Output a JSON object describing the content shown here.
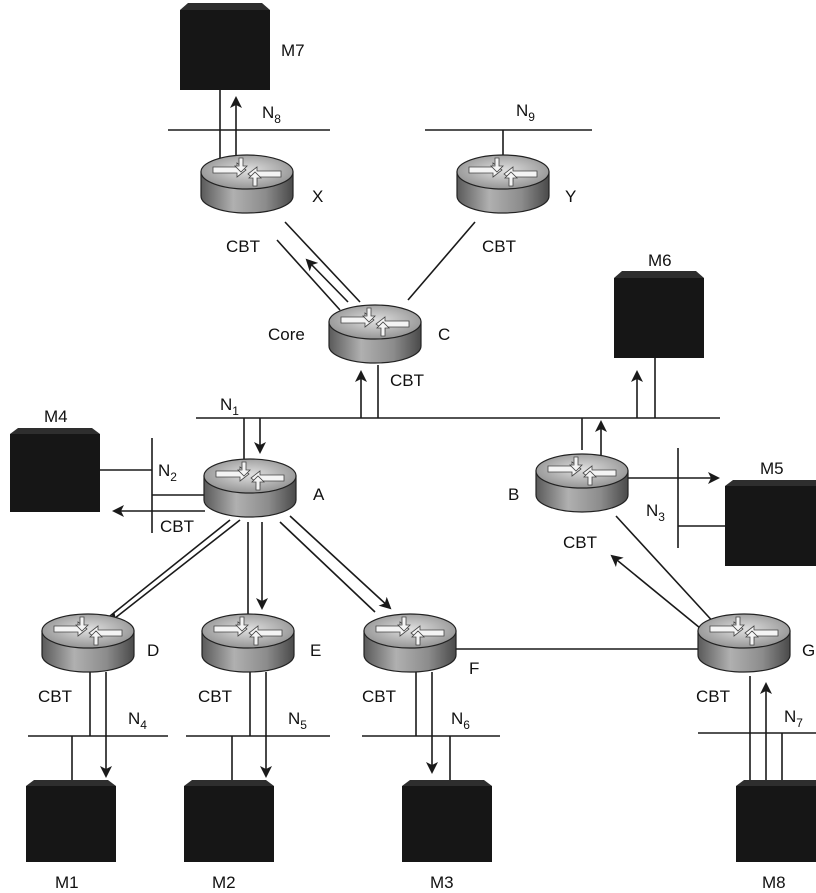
{
  "routers": {
    "core": {
      "name": "C",
      "role": "Core",
      "tag": "CBT"
    },
    "x": {
      "name": "X",
      "tag": "CBT"
    },
    "y": {
      "name": "Y",
      "tag": "CBT"
    },
    "a": {
      "name": "A",
      "tag": "CBT"
    },
    "b": {
      "name": "B",
      "tag": "CBT"
    },
    "d": {
      "name": "D",
      "tag": "CBT"
    },
    "e": {
      "name": "E",
      "tag": "CBT"
    },
    "f": {
      "name": "F",
      "tag": "CBT"
    },
    "g": {
      "name": "G",
      "tag": "CBT"
    }
  },
  "hosts": {
    "m1": "M1",
    "m2": "M2",
    "m3": "M3",
    "m4": "M4",
    "m5": "M5",
    "m6": "M6",
    "m7": "M7",
    "m8": "M8"
  },
  "networks": {
    "n1": {
      "base": "N",
      "sub": "1"
    },
    "n2": {
      "base": "N",
      "sub": "2"
    },
    "n3": {
      "base": "N",
      "sub": "3"
    },
    "n4": {
      "base": "N",
      "sub": "4"
    },
    "n5": {
      "base": "N",
      "sub": "5"
    },
    "n6": {
      "base": "N",
      "sub": "6"
    },
    "n7": {
      "base": "N",
      "sub": "7"
    },
    "n8": {
      "base": "N",
      "sub": "8"
    },
    "n9": {
      "base": "N",
      "sub": "9"
    }
  },
  "colors": {
    "host_fill": "#161616",
    "router_body": "#8a8a8a",
    "router_top": "#bdbdbd",
    "line": "#1a1a1a"
  }
}
